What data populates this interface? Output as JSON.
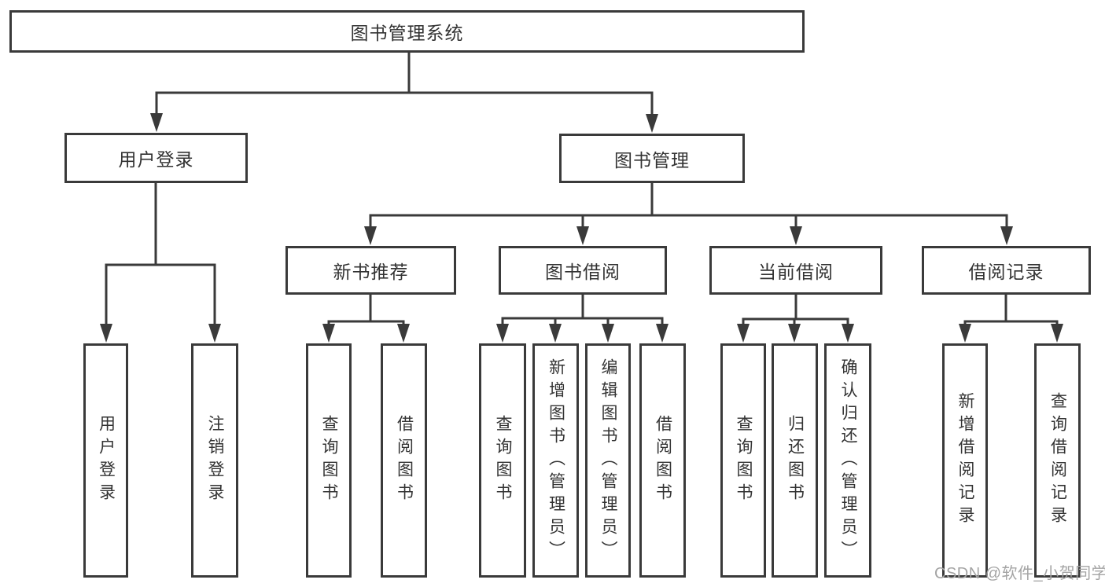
{
  "diagram_title": "图书管理系统",
  "colors": {
    "line": "#3a3a3a",
    "text": "#333333",
    "background": "#ffffff",
    "watermark": "#a4a4a4"
  },
  "tree": {
    "label": "图书管理系统",
    "children": [
      {
        "label": "用户登录",
        "children": [
          {
            "label": "用户登录"
          },
          {
            "label": "注销登录"
          }
        ]
      },
      {
        "label": "图书管理",
        "children": [
          {
            "label": "新书推荐",
            "children": [
              {
                "label": "查询图书"
              },
              {
                "label": "借阅图书"
              }
            ]
          },
          {
            "label": "图书借阅",
            "children": [
              {
                "label": "查询图书"
              },
              {
                "label": "新增图书（管理员）"
              },
              {
                "label": "编辑图书（管理员）"
              },
              {
                "label": "借阅图书"
              }
            ]
          },
          {
            "label": "当前借阅",
            "children": [
              {
                "label": "查询图书"
              },
              {
                "label": "归还图书"
              },
              {
                "label": "确认归还（管理员）"
              }
            ]
          },
          {
            "label": "借阅记录",
            "children": [
              {
                "label": "新增借阅记录"
              },
              {
                "label": "查询借阅记录"
              }
            ]
          }
        ]
      }
    ]
  },
  "watermark": {
    "text": "CSDN @软件_小贺同学"
  }
}
